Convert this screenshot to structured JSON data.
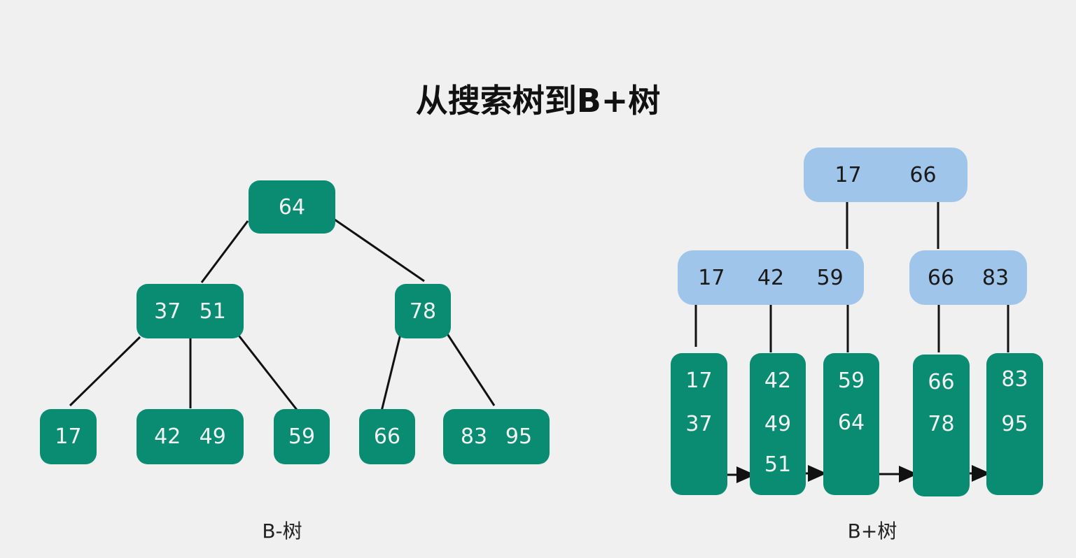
{
  "title": "从搜索树到B+树",
  "b_tree": {
    "caption": "B-树",
    "root": [
      "64"
    ],
    "level2": [
      [
        "37",
        "51"
      ],
      [
        "78"
      ]
    ],
    "leaves": [
      [
        "17"
      ],
      [
        "42",
        "49"
      ],
      [
        "59"
      ],
      [
        "66"
      ],
      [
        "83",
        "95"
      ]
    ]
  },
  "bplus_tree": {
    "caption": "B+树",
    "root": [
      "17",
      "66"
    ],
    "level2": [
      [
        "17",
        "42",
        "59"
      ],
      [
        "66",
        "83"
      ]
    ],
    "leaves": [
      [
        "17",
        "37"
      ],
      [
        "42",
        "49",
        "51"
      ],
      [
        "59",
        "64"
      ],
      [
        "66",
        "78"
      ],
      [
        "83",
        "95"
      ]
    ]
  },
  "colors": {
    "green_node": "#0a8c73",
    "blue_node": "#9fc5ea",
    "background": "#f0f0f0"
  }
}
